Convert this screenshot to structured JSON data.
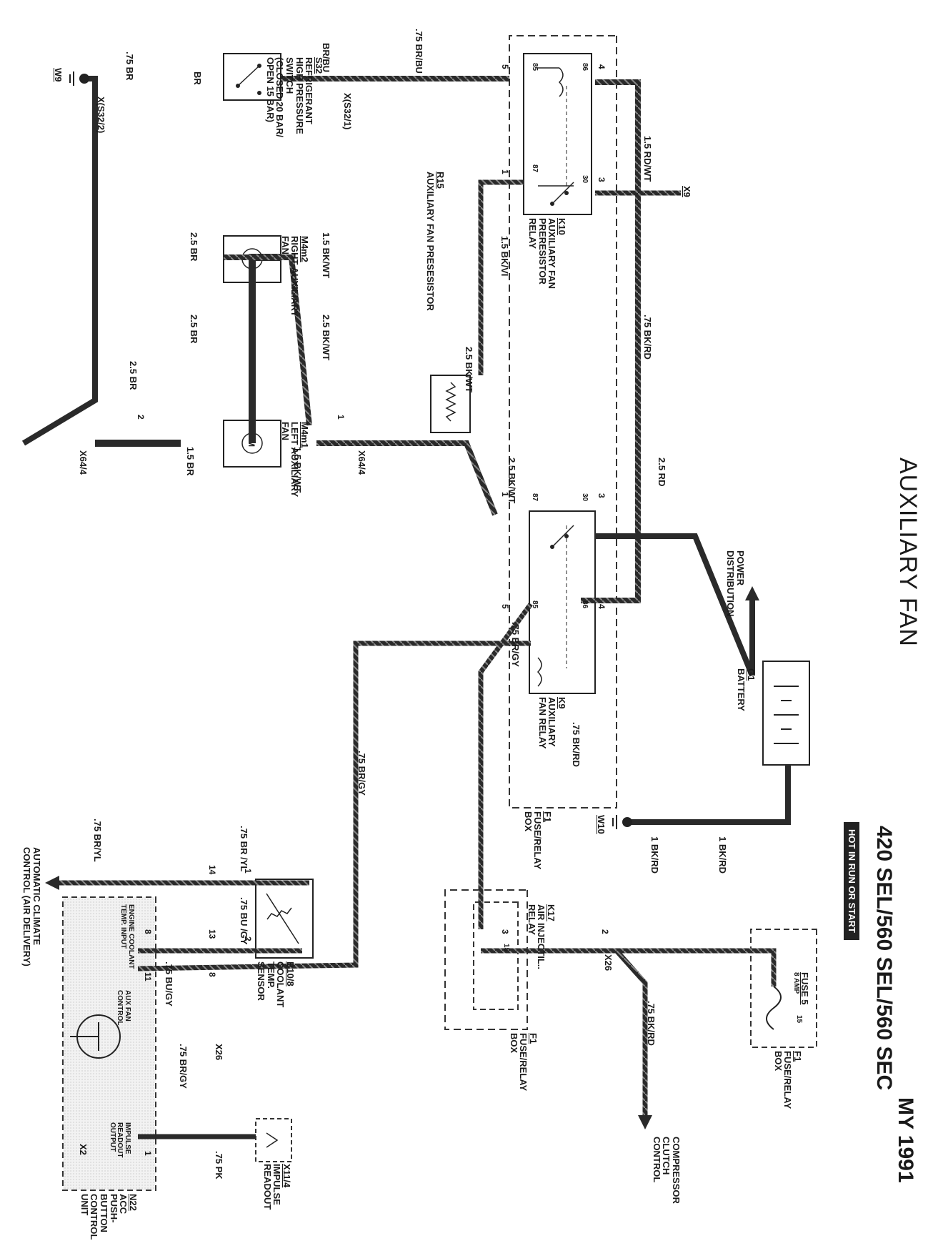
{
  "title": {
    "year": "MY 1991",
    "models": "420 SEL/560 SEL/560 SEC",
    "condition_badge": "HOT IN RUN OR START",
    "diagram": "AUXILIARY FAN"
  },
  "components": {
    "s32": [
      "S32",
      "REFRIGERANT",
      "HIGH PRESSURE",
      "SWITCH",
      "(CLOSED 20 BAR/",
      "OPEN 15 BAR)"
    ],
    "r15": [
      "R15",
      "AUXILIARY FAN PRESESISTOR"
    ],
    "m4m2": [
      "M4m2",
      "RIGHT  AUXILIARY",
      "FAN"
    ],
    "m4m1": [
      "M4m1",
      "LEFT  AUXILIARY",
      "FAN"
    ],
    "k10": [
      "K10",
      "AUXILIARY FAN",
      "PRERESISTOR",
      "RELAY"
    ],
    "k9": [
      "K9",
      "AUXILIARY",
      "FAN RELAY"
    ],
    "f1_top": [
      "F1",
      "FUSE/RELAY",
      "BOX"
    ],
    "f1_k17": [
      "F1",
      "FUSE/RELAY",
      "BOX"
    ],
    "f1_fuse": [
      "F1",
      "FUSE/RELAY",
      "BOX"
    ],
    "g1": [
      "G1",
      "BATTERY"
    ],
    "power_distribution": [
      "POWER",
      "DISTRIBUTION"
    ],
    "k17": [
      "K17",
      "AIR INJECTIL..",
      "RELAY"
    ],
    "fuse5": [
      "FUSE 5",
      "8 AMP"
    ],
    "b10_8": [
      "B10/8",
      "COOLANT",
      "TEMP.",
      "SENSOR"
    ],
    "n22": [
      "N22",
      "ACC",
      "PUSH-",
      "BUTTON",
      "CONTROL",
      "UNIT"
    ],
    "n22_inputs": [
      "ENGINE COOLANT",
      "TEMP. INPUT"
    ],
    "n22_auxfan": [
      "AUX FAN",
      "CONTROL"
    ],
    "n22_impulse": [
      "IMPULSE",
      "READOUT",
      "OUTPUT"
    ],
    "x11_4": [
      "X11/4",
      "IMPULSE",
      "READOUT"
    ],
    "compressor": [
      "COMPRESSOR",
      "CLUTCH",
      "CONTROL"
    ],
    "acc": [
      "AUTOMATIC CLIMATE",
      "CONTROL (AIR DELIVERY)"
    ]
  },
  "grounds": {
    "w9": "W9",
    "w10": "W10",
    "x9": "X9"
  },
  "connectors": {
    "xs32_2": "X(S32/2)",
    "xs32_1": "X(S32/1)",
    "x64_4a": "X64/4",
    "x64_4b": "X64/4",
    "x26a": "X26",
    "x26b": "X26",
    "x2": "X2"
  },
  "wires": {
    "w75br": ".75 BR",
    "br": "BR",
    "brbu": "BR/BU",
    "w75brbu": ".75 BR/BU",
    "w15rdwt": "1.5 RD/WT",
    "w25br_a": "2.5 BR",
    "w25br_b": "2.5 BR",
    "w25br_c": "2.5 BR",
    "w15br": "1.5 BR",
    "w15bkvi": "1.5 BK/VI",
    "w15bkwt_a": "1.5 BK/WT",
    "w25bkwt_a": "2.5 BK/WT",
    "w15bkwt_b": "1.5 BK/WT",
    "w25bkwt_b": "2.5 BK/WT",
    "w25bkwt_c": "2.5 BK/WT",
    "w75bkrd_a": ".75 BK/RD",
    "w25rd": "2.5 RD",
    "w75brgy_a": ".75 BR/GY",
    "w75bkrd_b": ".75 BK/RD",
    "w1bkrd_a": "1 BK/RD",
    "w1bkrd_b": "1 BK/RD",
    "w75bkrd_c": ".75 BK/RD",
    "w75brgy_b": ".75 BR/GY",
    "w75bryl_a": ".75 BR/YL",
    "w75bryl_b": ".75 BR\n/YL",
    "w75bugy_a": ".75 BU\n/GY",
    "w75bugy_b": ".75 BU/GY",
    "w75brgy_c": ".75 BR/GY",
    "w75pk": ".75 PK"
  },
  "pins": {
    "k10": [
      "5",
      "85",
      "86",
      "4",
      "1",
      "87",
      "30",
      "3"
    ],
    "k9": [
      "1",
      "87",
      "30",
      "3",
      "5",
      "85",
      "86",
      "4"
    ],
    "k17": [
      "3",
      "15"
    ],
    "fuse5": [
      "15"
    ],
    "x26_fuse": [
      "2"
    ],
    "x64": [
      "2",
      "1"
    ],
    "b10": [
      "1",
      "2"
    ],
    "n22": [
      "14",
      "13",
      "8",
      "8",
      "11",
      "1"
    ]
  }
}
